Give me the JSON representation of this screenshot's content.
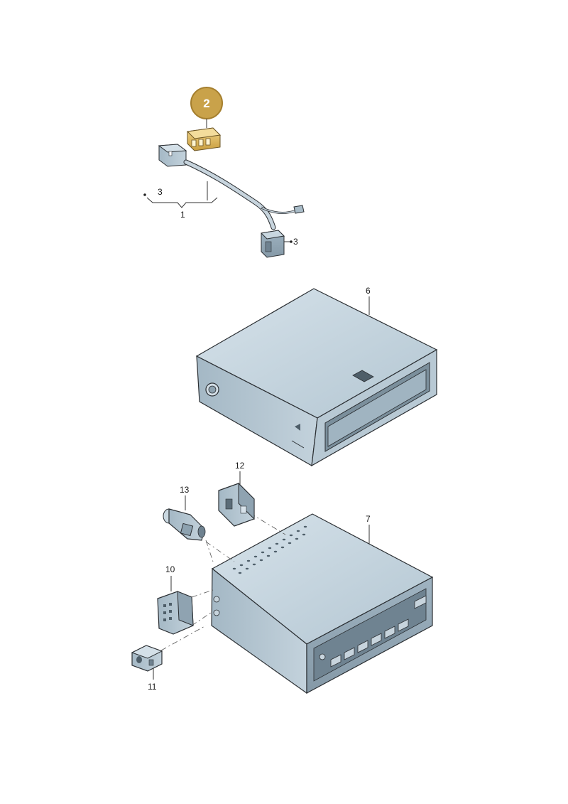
{
  "colors": {
    "background": "#ffffff",
    "part_fill_light": "#c9d7e0",
    "part_fill_mid": "#a9bcc8",
    "part_fill_dark": "#8da2b0",
    "outline": "#2b2f33",
    "highlight_badge": "#c9a24a",
    "highlight_part": "#e6c36a"
  },
  "callouts": {
    "highlighted": "2",
    "c1": "1",
    "c3a": "3",
    "c3b": "3",
    "c6": "6",
    "c7": "7",
    "c10": "10",
    "c11": "11",
    "c12": "12",
    "c13": "13"
  },
  "parts": {
    "wiring_harness": {
      "icon": "wiring-harness-icon"
    },
    "fuse_holder": {
      "icon": "fuse-holder-icon"
    },
    "storage_compartment": {
      "icon": "storage-compartment-icon"
    },
    "cd_changer": {
      "icon": "cd-changer-icon"
    },
    "connector_housing": {
      "icon": "connector-housing-icon"
    },
    "small_connector": {
      "icon": "small-connector-icon"
    },
    "socket_connector": {
      "icon": "socket-connector-icon"
    },
    "round_plug": {
      "icon": "round-plug-icon"
    }
  }
}
